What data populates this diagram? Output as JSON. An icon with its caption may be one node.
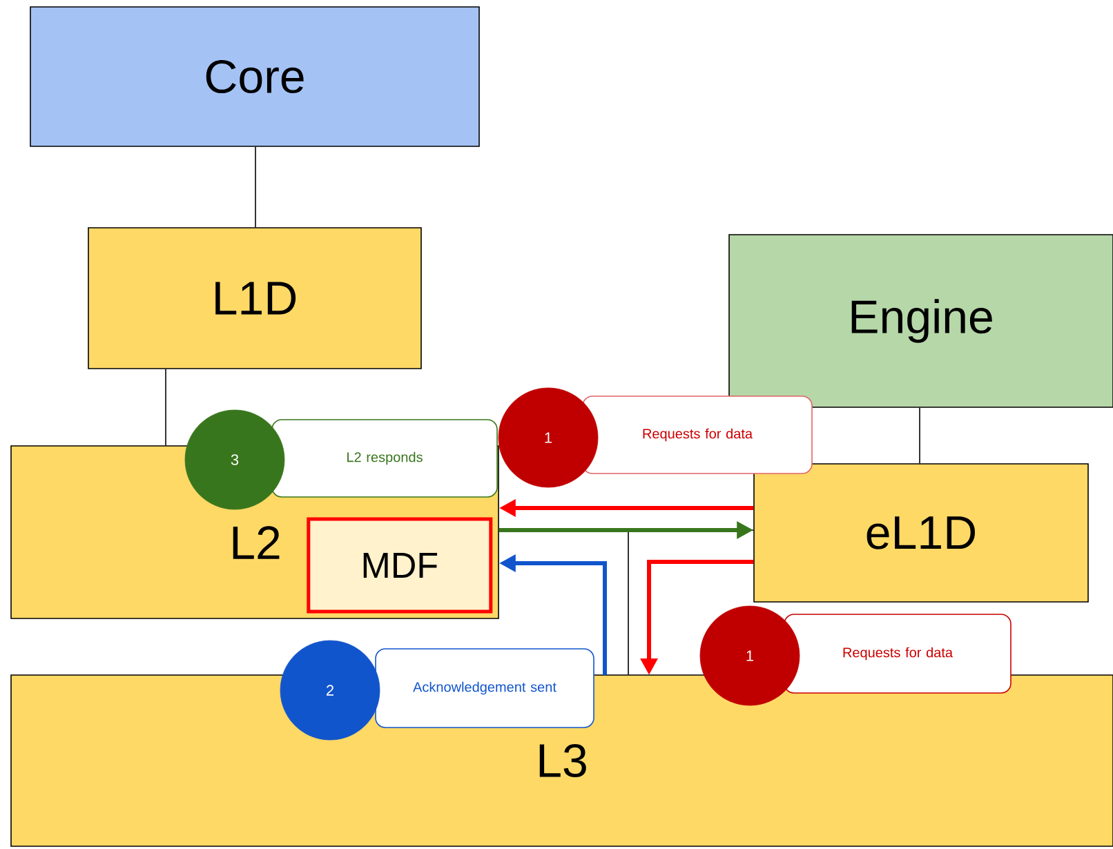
{
  "diagram": {
    "nodes": [
      {
        "text": [
          "Core"
        ]
      },
      {
        "text": [
          "L1D"
        ]
      },
      {
        "text": [
          "Engine"
        ]
      },
      {
        "text": [
          "L2"
        ]
      },
      {
        "text": [
          "MDF"
        ],
        "in": 3
      },
      {
        "text": [
          "eL1D"
        ]
      },
      {
        "text": [
          "L3"
        ]
      },
      {
        "text": [
          "3"
        ]
      },
      {
        "text": [
          "L2 responds"
        ]
      },
      {
        "text": [
          "1"
        ]
      },
      {
        "text": [
          "Requests for data"
        ]
      },
      {
        "text": [
          "1"
        ]
      },
      {
        "text": [
          "Requests for data"
        ]
      },
      {
        "text": [
          "2"
        ]
      },
      {
        "text": [
          "Acknowledgement sent"
        ]
      }
    ],
    "edges": [
      {
        "from": 0,
        "to": 1,
        "arrow": "none"
      },
      {
        "from": 1,
        "to": 3,
        "arrow": "none"
      },
      {
        "from": 2,
        "to": 5,
        "arrow": "none"
      },
      {
        "from": 6,
        "to": 5,
        "arrow": "none"
      },
      {
        "from": 5,
        "to": 3,
        "arrow": "to",
        "style": "thick",
        "color": "#ff0000"
      },
      {
        "from": 3,
        "to": 5,
        "arrow": "to",
        "style": "thick",
        "color": "#38761d"
      },
      {
        "from": 6,
        "to": 3,
        "arrow": "to",
        "style": "thick",
        "color": "#1155cc"
      },
      {
        "from": 5,
        "to": 6,
        "arrow": "to",
        "style": "thick",
        "color": "#ff0000"
      }
    ]
  }
}
